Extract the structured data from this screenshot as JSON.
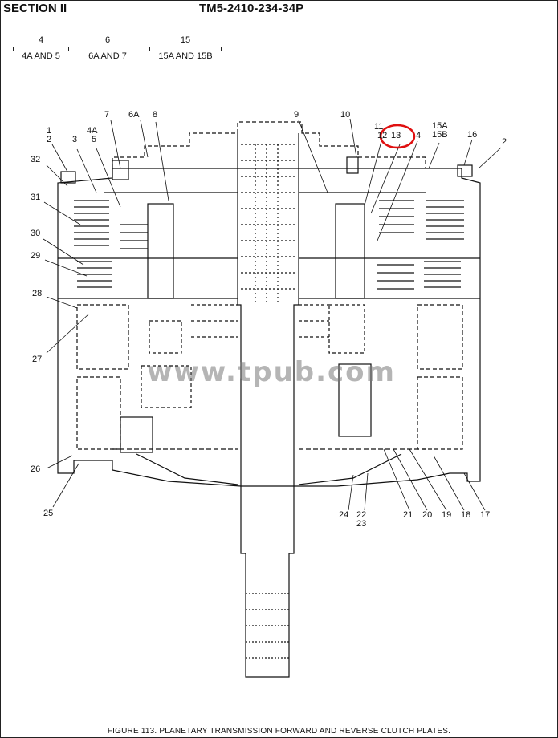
{
  "header": {
    "section": "SECTION II",
    "doc_number": "TM5-2410-234-34P"
  },
  "groups": [
    {
      "number": "4",
      "label": "4A AND 5"
    },
    {
      "number": "6",
      "label": "6A AND 7"
    },
    {
      "number": "15",
      "label": "15A AND 15B"
    }
  ],
  "callouts": {
    "c1": "1",
    "c2a": "2",
    "c3": "3",
    "c4a": "4A",
    "c5": "5",
    "c7": "7",
    "c6a": "6A",
    "c8": "8",
    "c9": "9",
    "c10": "10",
    "c11": "11",
    "c12": "12",
    "c13": "13",
    "c4": "4",
    "c15a": "15A",
    "c15b": "15B",
    "c16": "16",
    "c2b": "2",
    "c32": "32",
    "c31": "31",
    "c30": "30",
    "c29": "29",
    "c28": "28",
    "c27": "27",
    "c26": "26",
    "c25": "25",
    "c24": "24",
    "c22": "22",
    "c23": "23",
    "c21": "21",
    "c20": "20",
    "c19": "19",
    "c18": "18",
    "c17": "17"
  },
  "highlight": {
    "color": "#e01010",
    "callout": "13"
  },
  "watermark": "www.tpub.com",
  "caption": "FIGURE 113. PLANETARY TRANSMISSION FORWARD AND REVERSE CLUTCH PLATES."
}
